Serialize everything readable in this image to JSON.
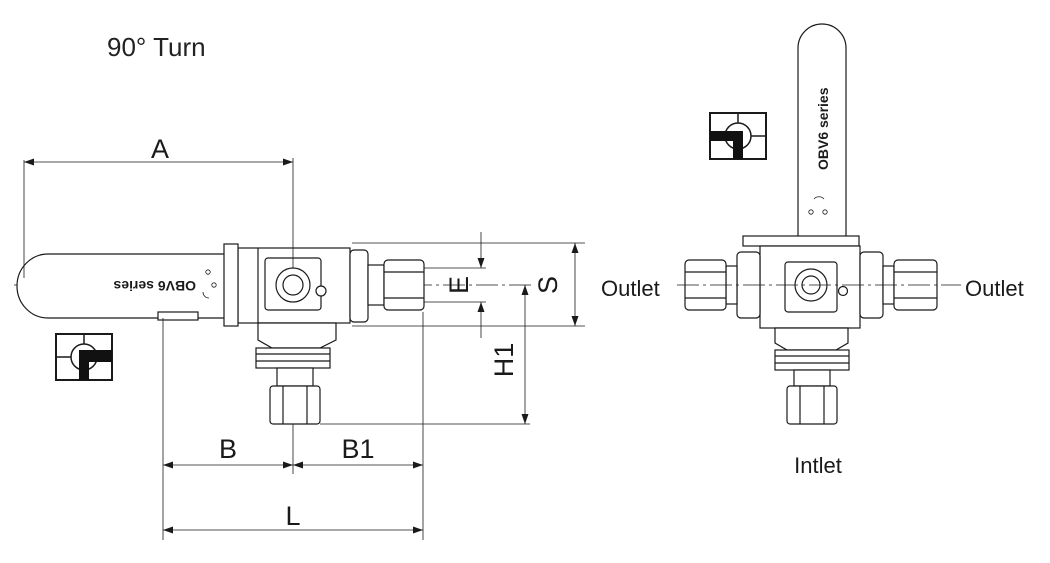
{
  "title": "90° Turn",
  "dimensions": {
    "A": "A",
    "B": "B",
    "B1": "B1",
    "L": "L",
    "E": "E",
    "S": "S",
    "H1": "H1"
  },
  "handle_marking": {
    "series": "OBV6 series",
    "series_model": "OBV6",
    "series_word": "series"
  },
  "ports": {
    "outlet_left": "Outlet",
    "outlet_right": "Outlet",
    "inlet": "Intlet"
  },
  "icons": [
    "flow-path-icon-side",
    "flow-path-icon-front"
  ]
}
